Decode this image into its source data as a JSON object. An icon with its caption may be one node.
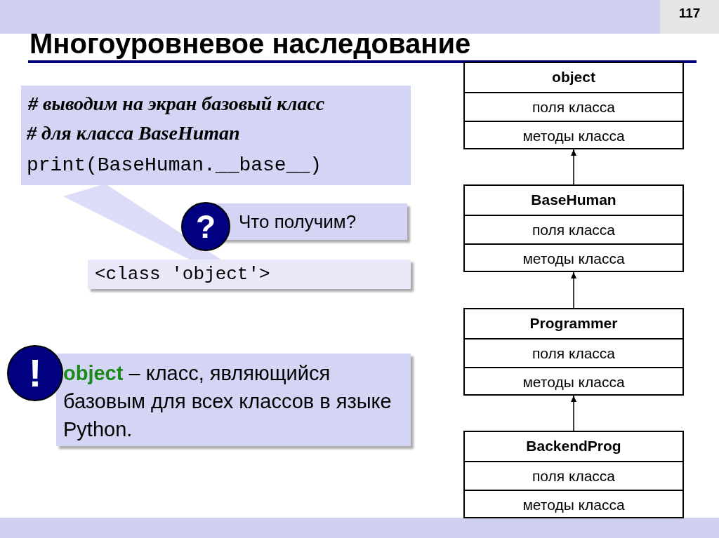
{
  "diagram": {
    "title": "Многоуровневое наследование",
    "nodes": [
      {
        "text": [
          "object",
          "поля класса",
          "методы класса"
        ]
      },
      {
        "text": [
          "BaseHuman",
          "поля класса",
          "методы класса"
        ]
      },
      {
        "text": [
          "Programmer",
          "поля класса",
          "методы класса"
        ]
      },
      {
        "text": [
          "BackendProg",
          "поля класса",
          "методы класса"
        ]
      }
    ],
    "edges": [
      {
        "from": 1,
        "to": 0,
        "arrow": "to"
      },
      {
        "from": 2,
        "to": 1,
        "arrow": "to"
      },
      {
        "from": 3,
        "to": 2,
        "arrow": "to"
      }
    ],
    "labels": [
      "117",
      "# выводим на экран базовый класс",
      "# для класса BaseHuman",
      "print(BaseHuman.__base__)",
      "?",
      "Что получим?",
      "<class 'object'>",
      "!",
      "**object** – класс, являющийся базовым для всех классов в языке Python."
    ]
  }
}
